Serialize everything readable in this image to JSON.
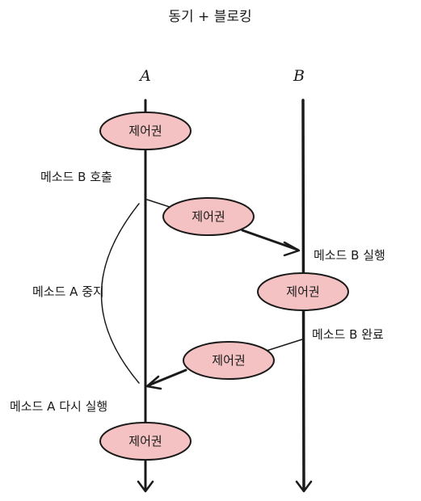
{
  "title": "동기 + 블로킹",
  "lanes": {
    "a": "A",
    "b": "B"
  },
  "token": "제어권",
  "notes": {
    "call_b": "메소드 B 호출",
    "pause_a": "메소드 A 중지",
    "run_b": "메소드 B 실행",
    "done_b": "메소드 B 완료",
    "resume_a": "메소드 A 다시 실행"
  },
  "colors": {
    "oval_fill": "#f4c2c2",
    "stroke": "#1a1a1a"
  }
}
